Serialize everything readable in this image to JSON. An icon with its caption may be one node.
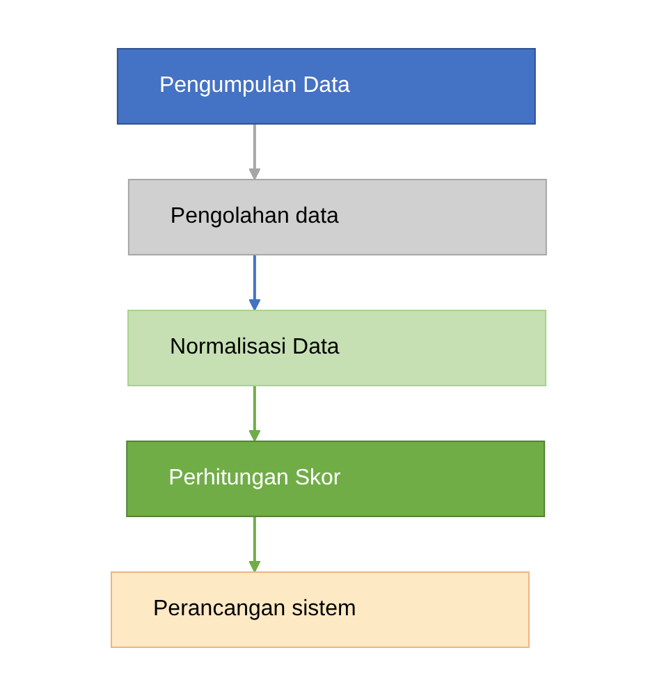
{
  "diagram": {
    "nodes": [
      {
        "text": [
          "Pengumpulan Data"
        ]
      },
      {
        "text": [
          "Pengolahan data"
        ]
      },
      {
        "text": [
          "Normalisasi Data"
        ]
      },
      {
        "text": [
          "Perhitungan Skor"
        ]
      },
      {
        "text": [
          "Perancangan sistem"
        ]
      }
    ],
    "edges": [
      {
        "from": 0,
        "to": 1,
        "arrow": "to",
        "color": "#a6a6a6"
      },
      {
        "from": 1,
        "to": 2,
        "arrow": "to",
        "color": "#4472c4"
      },
      {
        "from": 2,
        "to": 3,
        "arrow": "to"
      },
      {
        "from": 3,
        "to": 4,
        "arrow": "to"
      }
    ]
  }
}
